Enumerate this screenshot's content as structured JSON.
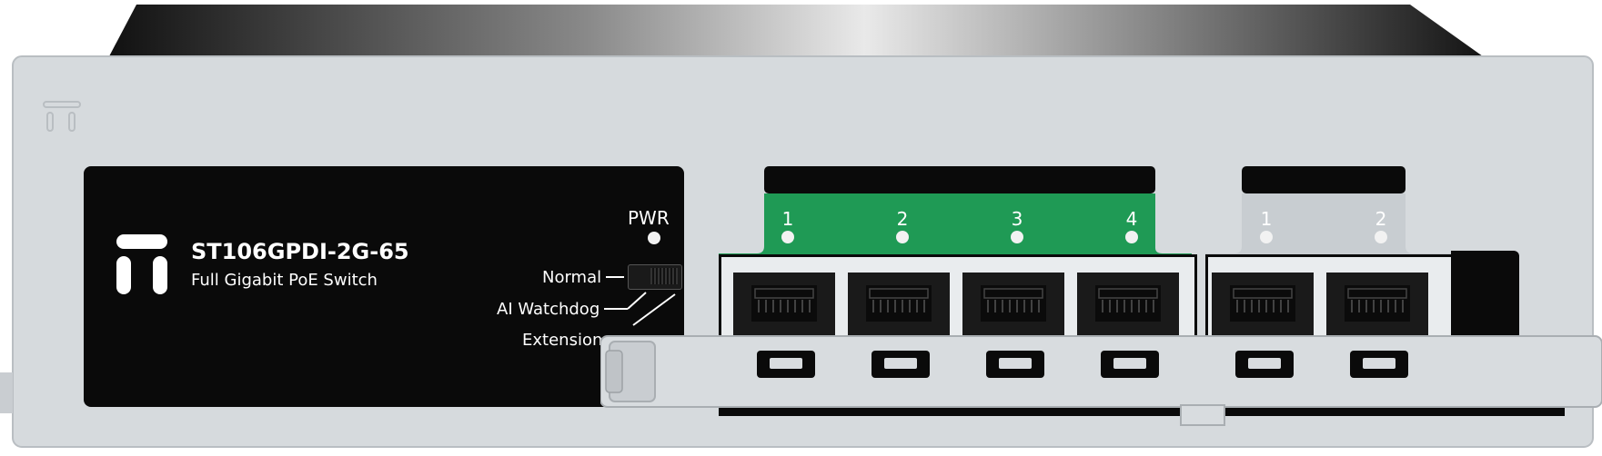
{
  "device": {
    "model": "ST106GPDI-2G-65",
    "subtitle": "Full Gigabit PoE Switch",
    "pwr_label": "PWR",
    "modes": [
      "Normal",
      "AI Watchdog",
      "Extension"
    ],
    "poe_ports": [
      "1",
      "2",
      "3",
      "4"
    ],
    "uplink_ports": [
      "1",
      "2"
    ]
  },
  "colors": {
    "chassis": "#d6dadd",
    "panel": "#0a0a0a",
    "poe_accent": "#1f9a55",
    "uplink_accent": "#c8cdd1"
  },
  "icons": {
    "brand_logo": "brand-logo-icon"
  }
}
